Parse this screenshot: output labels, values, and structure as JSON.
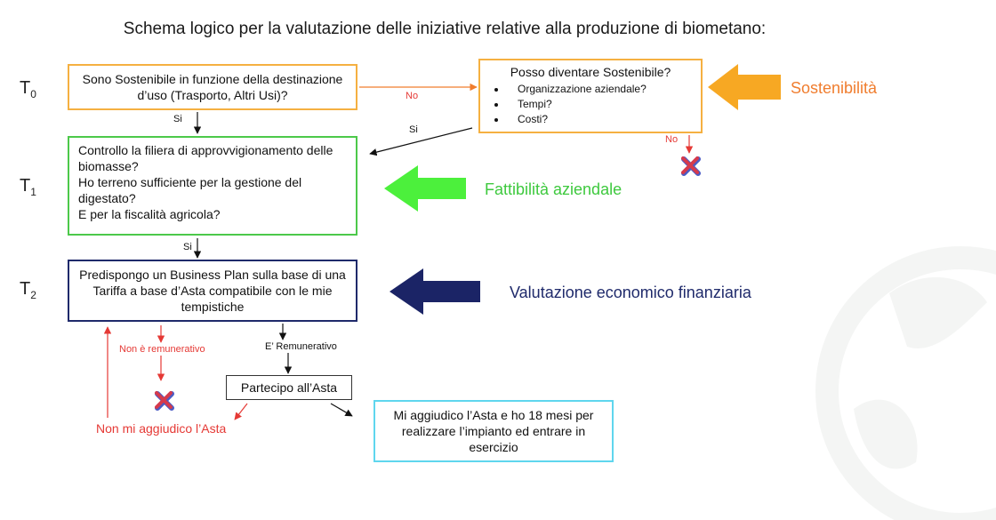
{
  "title": "Schema logico per la valutazione delle iniziative relative alla produzione di biometano:",
  "time_labels": {
    "t0": {
      "main": "T",
      "sub": "0"
    },
    "t1": {
      "main": "T",
      "sub": "1"
    },
    "t2": {
      "main": "T",
      "sub": "2"
    }
  },
  "nodes": {
    "sostenibile": {
      "text": "Sono Sostenibile in funzione della destinazione d’uso (Trasporto, Altri Usi)?"
    },
    "diventare": {
      "heading": "Posso diventare Sostenibile?",
      "items": [
        "Organizzazione aziendale?",
        "Tempi?",
        "Costi?"
      ]
    },
    "filiera": {
      "lines": [
        "Controllo la filiera di approvvigionamento delle biomasse?",
        "Ho terreno sufficiente per la gestione del digestato?",
        "E per la fiscalità agricola?"
      ]
    },
    "business_plan": {
      "text": "Predispongo un Business Plan sulla base di una Tariffa a base d’Asta compatibile con le mie tempistiche"
    },
    "asta": {
      "text": "Partecipo all’Asta"
    },
    "aggiudico": {
      "text": "Mi aggiudico l’Asta e ho 18 mesi per realizzare l’impianto ed entrare in esercizio"
    }
  },
  "edges": {
    "no_1": "No",
    "si_1": "Si",
    "si_2": "Si",
    "no_2": "No",
    "si_3": "Si",
    "non_remunerativo": "Non è remunerativo",
    "remunerativo": "E’ Remunerativo",
    "non_aggiudico": "Non mi aggiudico l’Asta"
  },
  "categories": {
    "sostenibilita": {
      "label": "Sostenibilità",
      "color": "#f07d2e"
    },
    "fattibilita": {
      "label": "Fattibilità aziendale",
      "color": "#3ec93e"
    },
    "valutazione": {
      "label": "Valutazione economico finanziaria",
      "color": "#1f2a6b"
    }
  },
  "colors": {
    "orange_arrow": "#f7a823",
    "green_arrow": "#4cf03c",
    "navy_arrow": "#1b2466",
    "reject_red": "#e53935",
    "reject_x": "#d63a4c",
    "reject_x_shadow": "#4a5bc4"
  }
}
